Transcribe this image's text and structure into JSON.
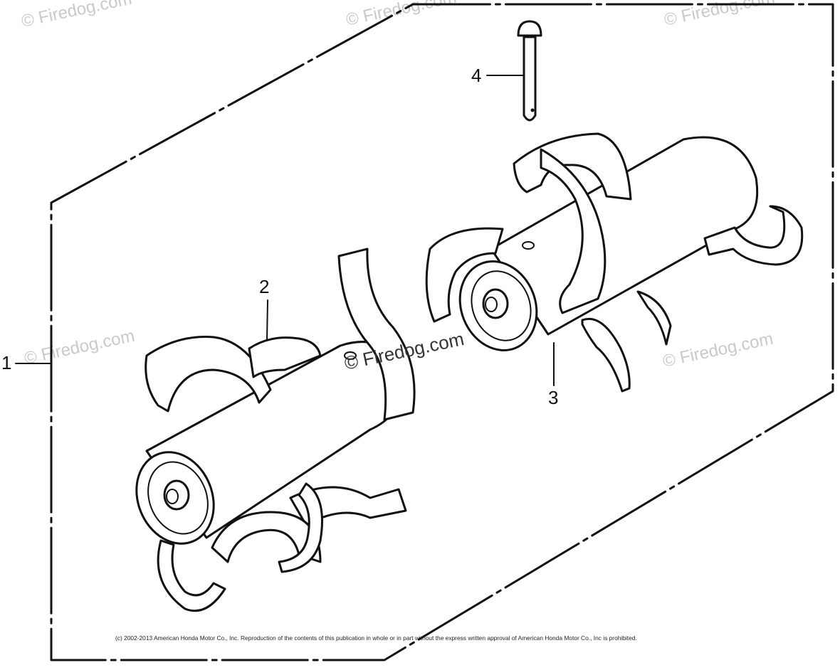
{
  "callouts": {
    "c1": "1",
    "c2": "2",
    "c3": "3",
    "c4": "4"
  },
  "watermarks": {
    "w_top_left": "© Firedog.com",
    "w_top_mid": "© Firedog.com",
    "w_top_right": "© Firedog.com",
    "w_mid_left": "© Firedog.com",
    "w_center": "© Firedog.com",
    "w_mid_right": "© Firedog.com"
  },
  "copyright": "(c) 2002-2013 American Honda Motor Co., Inc. Reproduction of the contents of this publication in whole or in part without the express written approval of American Honda Motor Co., Inc is prohibited.",
  "colors": {
    "ink": "#111111",
    "watermark": "#c9c9c9",
    "background": "#ffffff"
  }
}
